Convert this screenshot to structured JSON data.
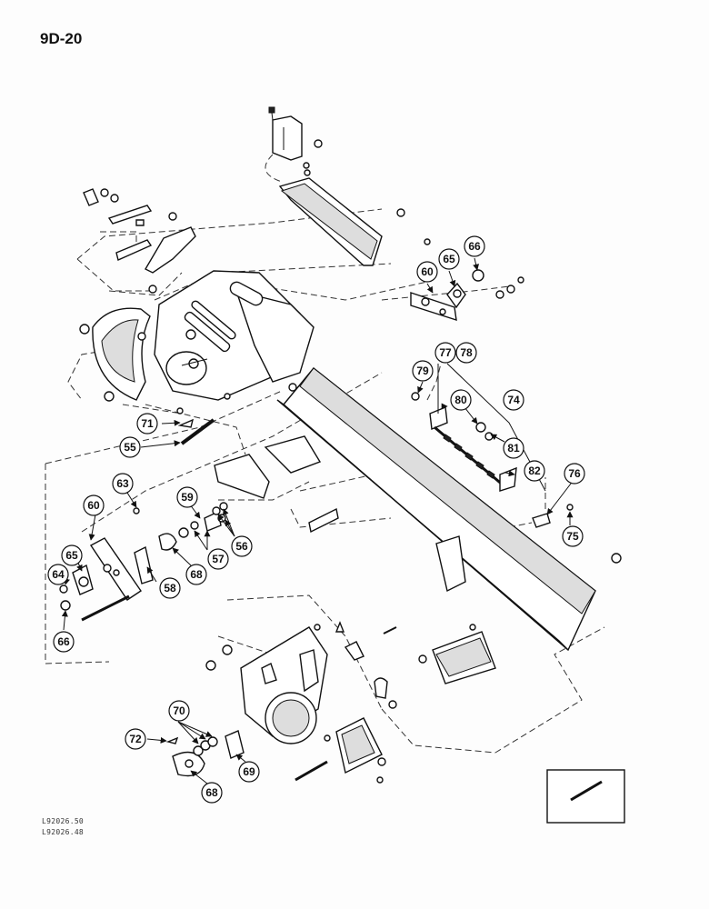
{
  "page_number": "9D-20",
  "reference_codes": [
    "L92026.50",
    "L92026.48"
  ],
  "callouts": [
    "55",
    "56",
    "57",
    "58",
    "59",
    "60",
    "63",
    "64",
    "65",
    "66",
    "68",
    "69",
    "70",
    "71",
    "72",
    "74",
    "75",
    "76",
    "77",
    "78",
    "79",
    "80",
    "81",
    "82"
  ]
}
